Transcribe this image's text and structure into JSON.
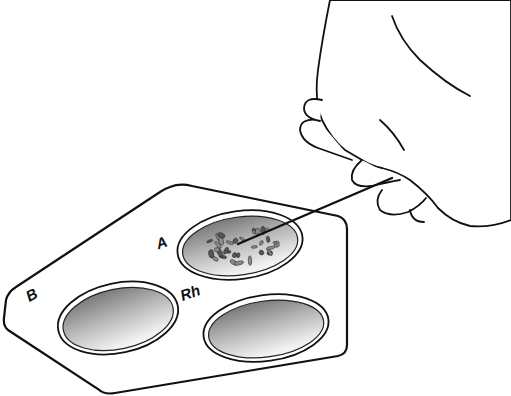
{
  "diagram": {
    "nodes": [
      {
        "text": [
          "A"
        ]
      },
      {
        "text": [
          "B"
        ]
      },
      {
        "text": [
          "Rh"
        ]
      }
    ]
  }
}
